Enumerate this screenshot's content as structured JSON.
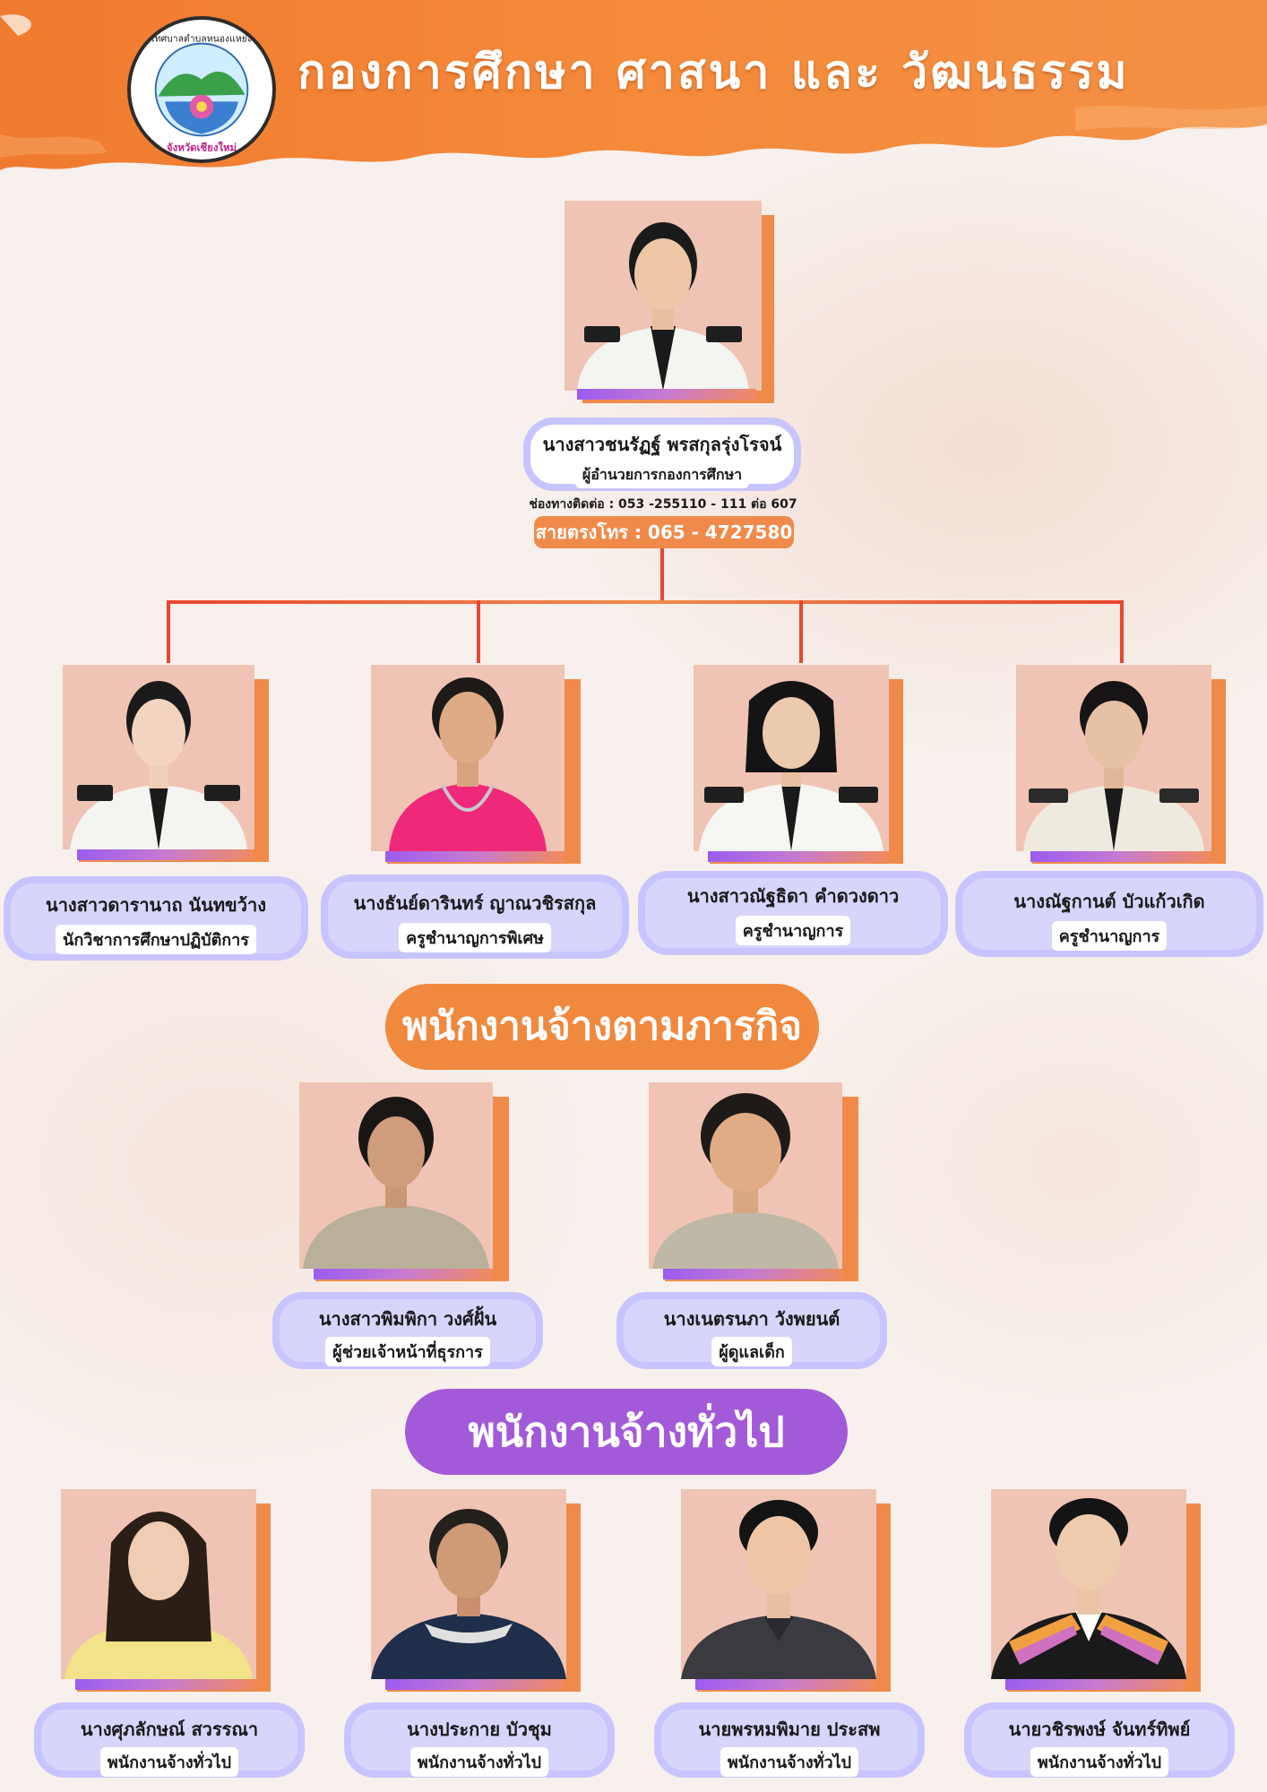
{
  "header": {
    "title": "กองการศึกษา ศาสนา และ วัฒนธรรม",
    "seal_text_top": "เทศบาลตำบลหนองแหย่ง",
    "seal_text_bottom": "จังหวัดเชียงใหม่"
  },
  "director": {
    "name": "นางสาวชนรัฏฐ์ พรสกุลรุ่งโรจน์",
    "position": "ผู้อำนวยการกองการศึกษา",
    "contact": "ช่องทางติดต่อ : 053 -255110 - 111  ต่อ 607",
    "hotline": "สายตรงโทร  :  065 - 4727580"
  },
  "staff": [
    {
      "name": "นางสาวดารานาถ  นันทขว้าง",
      "position": "นักวิชาการศึกษาปฏิบัติการ"
    },
    {
      "name": "นางธันย์ดารินทร์ ญาณวชิรสกุล",
      "position": "ครูชำนาญการพิเศษ"
    },
    {
      "name": "นางสาวณัฐธิดา คำดวงดาว",
      "position": "ครูชำนาญการ"
    },
    {
      "name": "นางณัฐกานต์  บัวแก้วเกิด",
      "position": "ครูชำนาญการ"
    }
  ],
  "section_mission": "พนักงานจ้างตามภารกิจ",
  "mission_staff": [
    {
      "name": "นางสาวพิมพิกา  วงศ์ฝั้น",
      "position": "ผู้ช่วยเจ้าหน้าที่ธุรการ"
    },
    {
      "name": "นางเนตรนภา  วังพยนต์",
      "position": "ผู้ดูแลเด็ก"
    }
  ],
  "section_general": "พนักงานจ้างทั่วไป",
  "general_staff": [
    {
      "name": "นางศุภลักษณ์  สวรรณา",
      "position": "พนักงานจ้างทั่วไป"
    },
    {
      "name": "นางประกาย  บัวชุม",
      "position": "พนักงานจ้างทั่วไป"
    },
    {
      "name": "นายพรหมพิมาย  ประสพ",
      "position": "พนักงานจ้างทั่วไป"
    },
    {
      "name": "นายวชิรพงษ์  จันทร์ทิพย์",
      "position": "พนักงานจ้างทั่วไป"
    }
  ],
  "colors": {
    "orange": "#f0883e",
    "purple": "#a35ad8",
    "card_border": "#c8c4ff",
    "photo_bg": "#f0c4b4",
    "line_red": "#e8462e"
  }
}
